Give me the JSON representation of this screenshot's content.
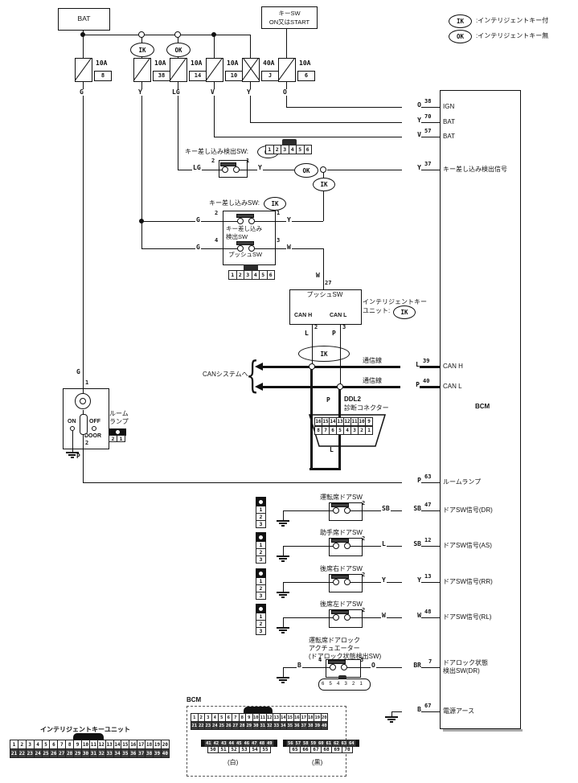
{
  "legend": {
    "ik_tag": "IK",
    "ik_text": ":インテリジェントキー付",
    "ok_tag": "OK",
    "ok_text": ":インテリジェントキー無"
  },
  "power": {
    "bat": "BAT",
    "key_sw_line1": "キーSW",
    "key_sw_line2": "ON又はSTART"
  },
  "fuses": [
    {
      "rating": "10A",
      "num": "8",
      "wire": "G"
    },
    {
      "tag": "IK",
      "rating": "10A",
      "num": "38",
      "wire": "Y"
    },
    {
      "tag": "OK",
      "rating": "10A",
      "num": "14",
      "wire": "LG"
    },
    {
      "rating": "10A",
      "num": "10",
      "wire": "V"
    },
    {
      "rating": "40A",
      "num": "J",
      "wire": "Y"
    },
    {
      "rating": "10A",
      "num": "6",
      "wire": "O"
    }
  ],
  "key_insert_ok": {
    "label": "キー差し込み検出SW:",
    "tag": "OK",
    "connector": [
      "1",
      "2",
      "3",
      "4",
      "5",
      "6"
    ],
    "wire_in": "LG",
    "pin_in": "2",
    "pin_out": "1",
    "wire_out": "Y",
    "wire_tag": "OK",
    "branch_tag": "IK"
  },
  "key_insert_ik": {
    "label": "キー差し込みSW:",
    "tag": "IK",
    "sw1_wire_in": "G",
    "sw1_pin_in": "2",
    "sw1_pin_out": "1",
    "sw1_wire_out": "Y",
    "sw1_name_l1": "キー差し込み",
    "sw1_name_l2": "検出SW",
    "sw2_wire_in": "G",
    "sw2_pin_in": "4",
    "sw2_pin_out": "3",
    "sw2_wire_out": "W",
    "sw2_name": "プッシュSW",
    "connector": [
      "1",
      "2",
      "3",
      "4",
      "5",
      "6"
    ]
  },
  "ik_unit": {
    "wire_in": "W",
    "pin_in": "27",
    "name": "プッシュSW",
    "can_h": "CAN H",
    "can_l": "CAN L",
    "pin_h": "2",
    "pin_l": "3",
    "wire_h": "L",
    "wire_l": "P",
    "label_l1": "インテリジェントキー",
    "label_l2": "ユニット:",
    "tag": "IK"
  },
  "can": {
    "tag": "IK",
    "to_label": "CANシステムへ",
    "brace": "{",
    "line1_label": "通信線",
    "line2_label": "通信線"
  },
  "ddl2": {
    "wire_top": "P",
    "name_l1": "DDL2",
    "name_l2": "診断コネクター",
    "row1": [
      16,
      15,
      14,
      13,
      12,
      11,
      10,
      9
    ],
    "row2": [
      8,
      7,
      6,
      5,
      4,
      3,
      2,
      1
    ],
    "wire_bottom": "L"
  },
  "room_lamp": {
    "wire_in": "G",
    "pin_in": "1",
    "on": "ON",
    "off": "OFF",
    "door": "DOOR",
    "name_l1": "ルーム",
    "name_l2": "ランプ",
    "connector": [
      "2",
      "1"
    ],
    "pin_out": "2",
    "wire_out": "P"
  },
  "door_switches": [
    {
      "title": "運転席ドアSW",
      "pin": "2",
      "wire": "SB",
      "bcm_wire": "SB",
      "bcm_pin": "47",
      "connector": [
        "1",
        "2",
        "3"
      ]
    },
    {
      "title": "助手席ドアSW",
      "pin": "2",
      "wire": "L",
      "bcm_wire": "SB",
      "bcm_pin": "12",
      "connector": [
        "1",
        "2",
        "3"
      ]
    },
    {
      "title": "後席右ドアSW",
      "pin": "2",
      "wire": "Y",
      "bcm_wire": "Y",
      "bcm_pin": "13",
      "connector": [
        "1",
        "2",
        "3"
      ]
    },
    {
      "title": "後席左ドアSW",
      "pin": "2",
      "wire": "W",
      "bcm_wire": "W",
      "bcm_pin": "48",
      "connector": [
        "1",
        "2",
        "3"
      ]
    }
  ],
  "door_lock": {
    "title_l1": "運転席ドアロック",
    "title_l2": "アクチュエーター",
    "title_l3": "(ドアロック状態検出SW)",
    "wire_in": "B",
    "pin_in": "4",
    "pin_out": "3",
    "wire_out": "O",
    "bcm_wire": "BR",
    "bcm_pin": "7",
    "connector": [
      "6",
      "5",
      "4",
      "3",
      "2",
      "1"
    ]
  },
  "ground": {
    "wire": "B"
  },
  "bcm": {
    "name": "BCM",
    "pins": [
      {
        "wire": "O",
        "num": "38",
        "signal": "IGN"
      },
      {
        "wire": "Y",
        "num": "70",
        "signal": "BAT"
      },
      {
        "wire": "V",
        "num": "57",
        "signal": "BAT"
      },
      {
        "wire": "Y",
        "num": "37",
        "signal": "キー差し込み検出信号"
      },
      {
        "wire": "L",
        "num": "39",
        "signal": "CAN H"
      },
      {
        "wire": "P",
        "num": "40",
        "signal": "CAN L"
      },
      {
        "wire": "P",
        "num": "63",
        "signal": "ルームランプ"
      },
      {
        "wire": "SB",
        "num": "47",
        "signal": "ドアSW信号(DR)"
      },
      {
        "wire": "SB",
        "num": "12",
        "signal": "ドアSW信号(AS)"
      },
      {
        "wire": "Y",
        "num": "13",
        "signal": "ドアSW信号(RR)"
      },
      {
        "wire": "W",
        "num": "48",
        "signal": "ドアSW信号(RL)"
      },
      {
        "wire": "BR",
        "num": "7",
        "signal": "ドアロック状態\n検出SW(DR)"
      },
      {
        "wire": "B",
        "num": "67",
        "signal": "電源アース"
      }
    ]
  },
  "bcm_connector": {
    "label": "BCM",
    "row1": [
      1,
      2,
      3,
      4,
      5,
      6,
      7,
      8,
      9,
      10,
      11,
      12,
      13,
      14,
      15,
      16,
      17,
      18,
      19,
      20
    ],
    "row2": [
      21,
      22,
      23,
      24,
      25,
      26,
      27,
      28,
      29,
      30,
      31,
      32,
      33,
      34,
      35,
      36,
      37,
      38,
      39,
      40
    ],
    "white": {
      "label": "(白)",
      "row1": [
        41,
        42,
        43,
        44,
        45,
        46,
        47,
        48,
        49
      ],
      "row2": [
        50,
        51,
        52,
        53,
        54,
        55
      ]
    },
    "black": {
      "label": "(黒)",
      "row1": [
        56,
        57,
        58,
        59,
        60,
        61,
        62,
        63,
        64
      ],
      "row2": [
        65,
        66,
        67,
        68,
        69,
        70
      ]
    }
  },
  "iku_connector": {
    "label": "インテリジェントキーユニット",
    "row1": [
      1,
      2,
      3,
      4,
      5,
      6,
      7,
      8,
      9,
      10,
      11,
      12,
      13,
      14,
      15,
      16,
      17,
      18,
      19,
      20
    ],
    "row2": [
      21,
      22,
      23,
      24,
      25,
      26,
      27,
      28,
      29,
      30,
      31,
      32,
      33,
      34,
      35,
      36,
      37,
      38,
      39,
      40
    ]
  }
}
